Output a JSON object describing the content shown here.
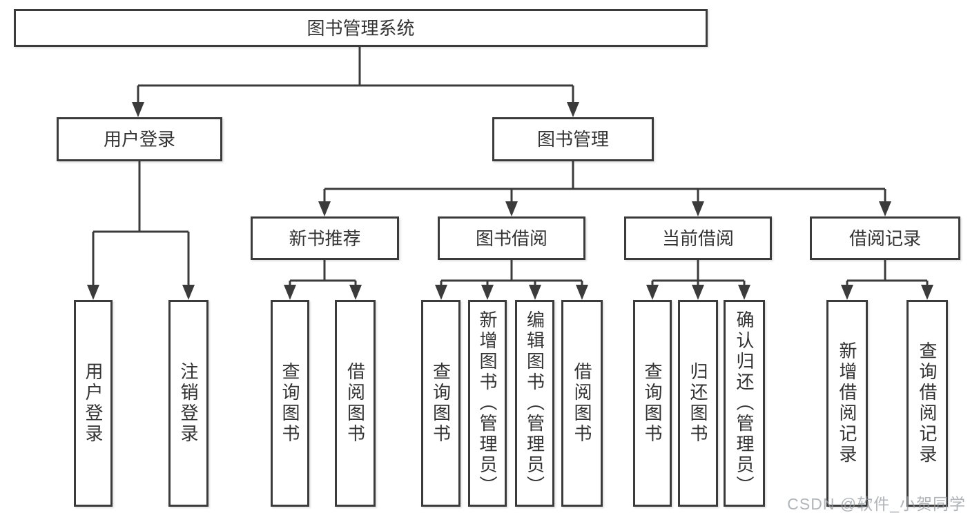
{
  "diagram_title": "图书管理系统",
  "tree": {
    "label": "图书管理系统",
    "children": [
      {
        "label": "用户登录",
        "children": [
          {
            "label": "用户登录"
          },
          {
            "label": "注销登录"
          }
        ]
      },
      {
        "label": "图书管理",
        "children": [
          {
            "label": "新书推荐",
            "children": [
              {
                "label": "查询图书"
              },
              {
                "label": "借阅图书"
              }
            ]
          },
          {
            "label": "图书借阅",
            "children": [
              {
                "label": "查询图书"
              },
              {
                "label": "新增图书（管理员）"
              },
              {
                "label": "编辑图书（管理员）"
              },
              {
                "label": "借阅图书"
              }
            ]
          },
          {
            "label": "当前借阅",
            "children": [
              {
                "label": "查询图书"
              },
              {
                "label": "归还图书"
              },
              {
                "label": "确认归还（管理员）"
              }
            ]
          },
          {
            "label": "借阅记录",
            "children": [
              {
                "label": "新增借阅记录"
              },
              {
                "label": "查询借阅记录"
              }
            ]
          }
        ]
      }
    ]
  },
  "watermark": "CSDN @软件_小贺同学",
  "colors": {
    "line": "#3b3b3b",
    "text": "#333333",
    "box_background": "#ffffff",
    "page_background": "#ffffff",
    "watermark": "#9ca2a8"
  }
}
